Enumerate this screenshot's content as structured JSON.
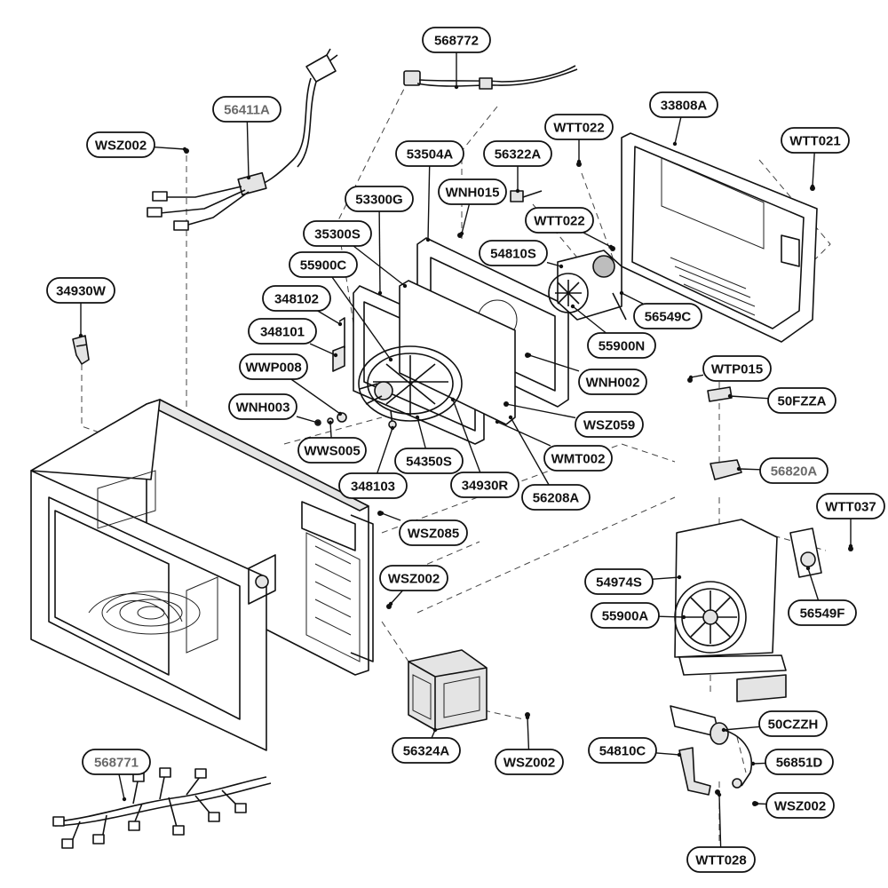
{
  "callouts": [
    {
      "key": "568772",
      "text": "568772",
      "grey": false
    },
    {
      "key": "56411A",
      "text": "56411A",
      "grey": true
    },
    {
      "key": "WSZ002_top",
      "text": "WSZ002",
      "grey": false
    },
    {
      "key": "53504A",
      "text": "53504A",
      "grey": false
    },
    {
      "key": "56322A",
      "text": "56322A",
      "grey": false
    },
    {
      "key": "WTT022_top",
      "text": "WTT022",
      "grey": false
    },
    {
      "key": "33808A",
      "text": "33808A",
      "grey": false
    },
    {
      "key": "WTT021",
      "text": "WTT021",
      "grey": false
    },
    {
      "key": "53300G",
      "text": "53300G",
      "grey": false
    },
    {
      "key": "WNH015",
      "text": "WNH015",
      "grey": false
    },
    {
      "key": "WTT022_mid",
      "text": "WTT022",
      "grey": false
    },
    {
      "key": "35300S",
      "text": "35300S",
      "grey": false
    },
    {
      "key": "54810S",
      "text": "54810S",
      "grey": false
    },
    {
      "key": "55900C",
      "text": "55900C",
      "grey": false
    },
    {
      "key": "34930W",
      "text": "34930W",
      "grey": false
    },
    {
      "key": "348102",
      "text": "348102",
      "grey": false
    },
    {
      "key": "56549C",
      "text": "56549C",
      "grey": false
    },
    {
      "key": "348101",
      "text": "348101",
      "grey": false
    },
    {
      "key": "55900N",
      "text": "55900N",
      "grey": false
    },
    {
      "key": "WWP008",
      "text": "WWP008",
      "grey": false
    },
    {
      "key": "WTP015",
      "text": "WTP015",
      "grey": false
    },
    {
      "key": "WNH002",
      "text": "WNH002",
      "grey": false
    },
    {
      "key": "WNH003",
      "text": "WNH003",
      "grey": false
    },
    {
      "key": "50FZZA",
      "text": "50FZZA",
      "grey": false
    },
    {
      "key": "WSZ059",
      "text": "WSZ059",
      "grey": false
    },
    {
      "key": "WWS005",
      "text": "WWS005",
      "grey": false
    },
    {
      "key": "WMT002",
      "text": "WMT002",
      "grey": false
    },
    {
      "key": "54350S",
      "text": "54350S",
      "grey": false
    },
    {
      "key": "56820A",
      "text": "56820A",
      "grey": true
    },
    {
      "key": "348103",
      "text": "348103",
      "grey": false
    },
    {
      "key": "34930R",
      "text": "34930R",
      "grey": false
    },
    {
      "key": "56208A",
      "text": "56208A",
      "grey": false
    },
    {
      "key": "WTT037",
      "text": "WTT037",
      "grey": false
    },
    {
      "key": "WSZ085",
      "text": "WSZ085",
      "grey": false
    },
    {
      "key": "WSZ002_mid",
      "text": "WSZ002",
      "grey": false
    },
    {
      "key": "54974S",
      "text": "54974S",
      "grey": false
    },
    {
      "key": "55900A",
      "text": "55900A",
      "grey": false
    },
    {
      "key": "56549F",
      "text": "56549F",
      "grey": false
    },
    {
      "key": "50CZZH",
      "text": "50CZZH",
      "grey": false
    },
    {
      "key": "56324A",
      "text": "56324A",
      "grey": false
    },
    {
      "key": "WSZ002_low",
      "text": "WSZ002",
      "grey": false
    },
    {
      "key": "54810C",
      "text": "54810C",
      "grey": false
    },
    {
      "key": "56851D",
      "text": "56851D",
      "grey": false
    },
    {
      "key": "568771",
      "text": "568771",
      "grey": true
    },
    {
      "key": "WSZ002_bot",
      "text": "WSZ002",
      "grey": false
    },
    {
      "key": "WTT028",
      "text": "WTT028",
      "grey": false
    }
  ]
}
